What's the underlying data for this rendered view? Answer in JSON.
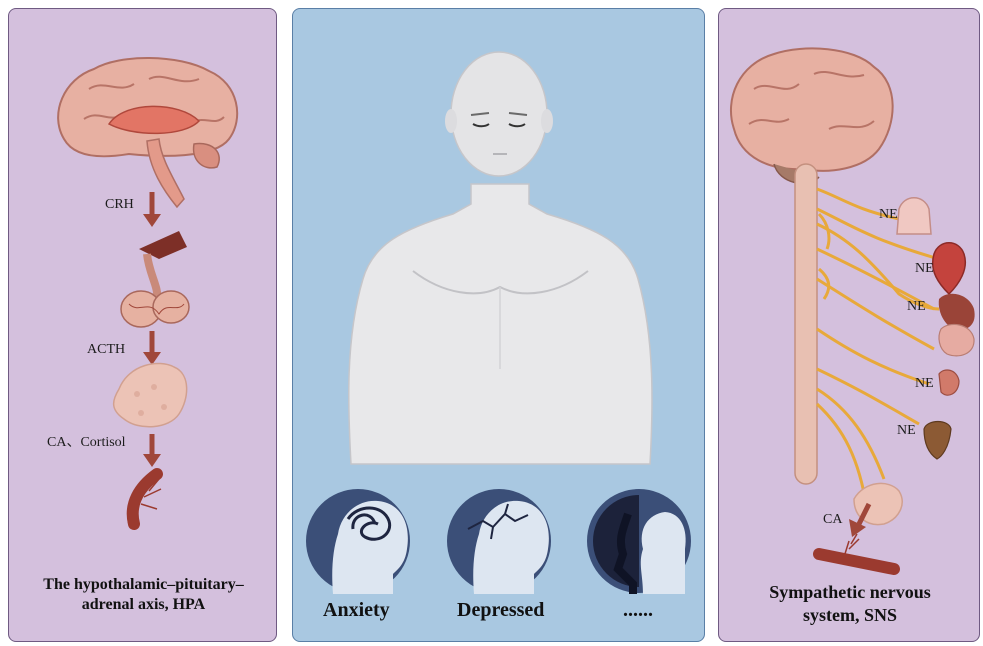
{
  "hpa_panel": {
    "labels": {
      "crh": "CRH",
      "acth": "ACTH",
      "ca_cortisol": "CA、Cortisol"
    },
    "title_line1": "The hypothalamic–pituitary–",
    "title_line2": "adrenal axis, HPA"
  },
  "emotion_panel": {
    "states": [
      {
        "label": "Anxiety",
        "icon": "tangled-thoughts-icon"
      },
      {
        "label": "Depressed",
        "icon": "cracked-head-icon"
      },
      {
        "label": "......",
        "icon": "shadow-faces-icon"
      }
    ]
  },
  "sns_panel": {
    "ne_labels": [
      "NE",
      "NE",
      "NE",
      "NE",
      "NE"
    ],
    "ca_label": "CA",
    "title_line1": "Sympathetic nervous",
    "title_line2": "system, SNS"
  },
  "colors": {
    "panel_purple": "#d4c0dd",
    "panel_blue": "#a9c8e1",
    "brain_pink": "#e3a393",
    "arrow_red": "#a0473a",
    "nerve_yellow": "#e8a93a"
  }
}
